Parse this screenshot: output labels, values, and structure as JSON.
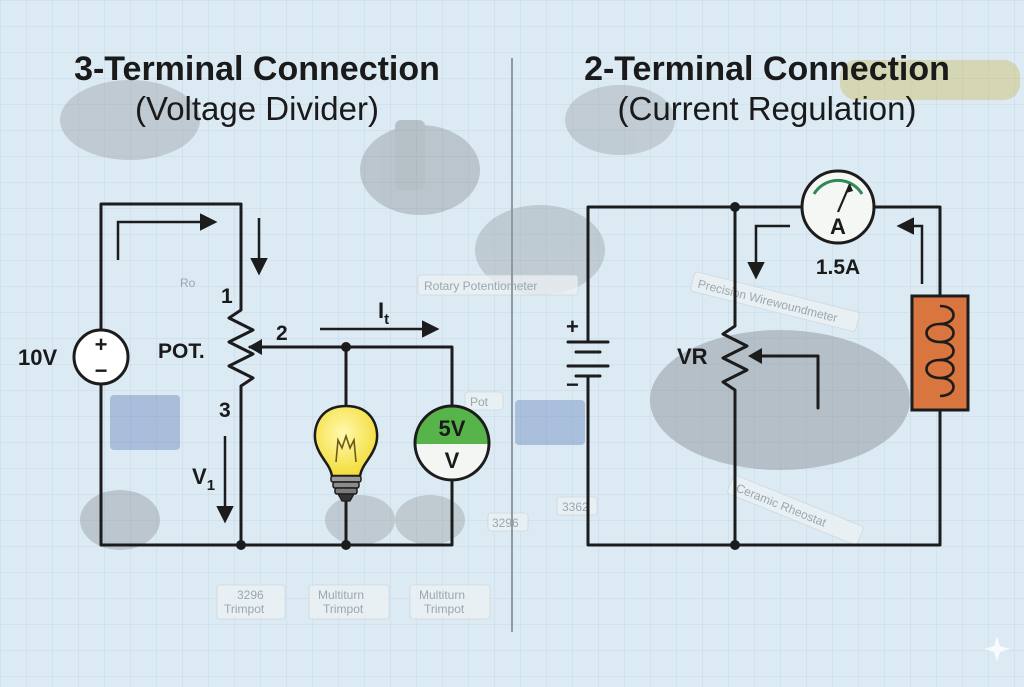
{
  "left_panel": {
    "title": "3-Terminal Connection",
    "subtitle": "(Voltage Divider)",
    "source_label": "10V",
    "source_plus": "+",
    "source_minus": "−",
    "pot_label": "POT.",
    "terminal_1": "1",
    "terminal_2": "2",
    "terminal_3": "3",
    "current_label": "I",
    "current_sub": "t",
    "v1_label": "V",
    "v1_sub": "1",
    "meter_value": "5V",
    "meter_unit": "V"
  },
  "right_panel": {
    "title": "2-Terminal Connection",
    "subtitle": "(Current Regulation)",
    "battery_plus": "+",
    "battery_minus": "−",
    "vr_label": "VR",
    "ammeter_unit": "A",
    "ammeter_reading": "1.5A"
  },
  "background_labels": {
    "rotary": "Rotary Potentiometer",
    "precision": "Precision Wirewoundmeter",
    "ceramic": "Ceramic Rheostat",
    "trimpot_3296": "3296",
    "trimpot_3296_sub": "Trimpot",
    "multiturn_a": "Multiturn",
    "multiturn_a_sub": "Trimpot",
    "multiturn_b": "Multiturn",
    "multiturn_b_sub": "Trimpot",
    "num_3296": "3296",
    "num_3362": "3362",
    "pot_fragment": "Pot",
    "ro_fragment": "Ro"
  },
  "colors": {
    "background": "#dceaf4",
    "wire": "#1c1c1c",
    "bulb": "#f6e65a",
    "voltmeter_top": "#56b44a",
    "inductor_fill": "#d9753e"
  }
}
